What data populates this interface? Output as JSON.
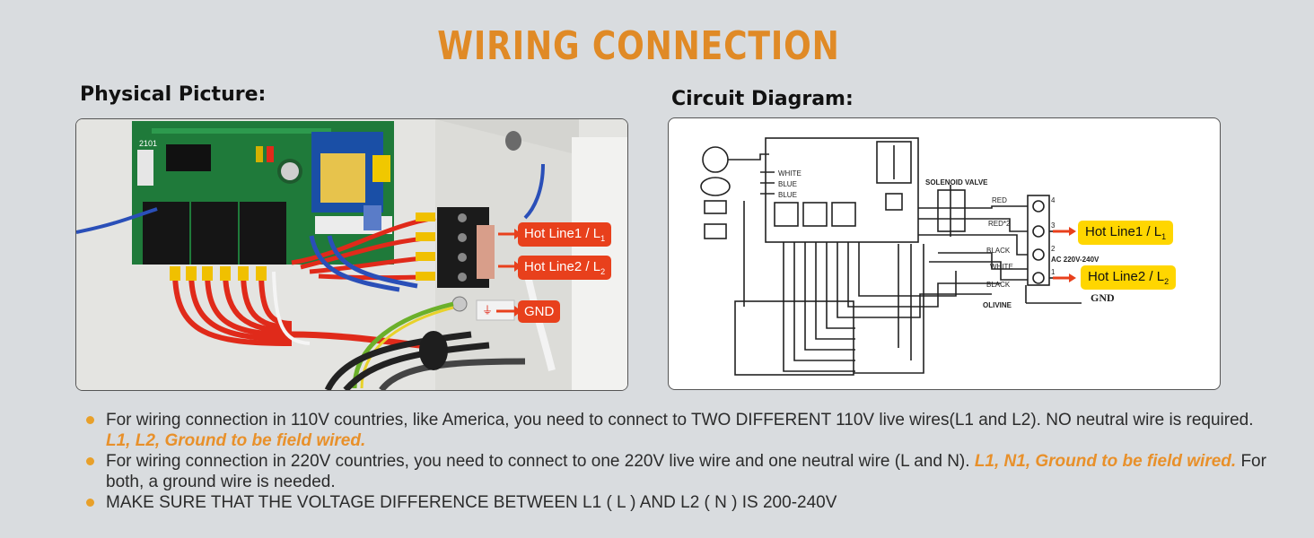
{
  "title": "WIRING CONNECTION",
  "physical": {
    "heading": "Physical Picture:",
    "labels": {
      "hot1": "Hot Line1 / L",
      "hot1_sub": "1",
      "hot2": "Hot Line2 / L",
      "hot2_sub": "2",
      "gnd": "GND"
    },
    "board_code": "2101"
  },
  "circuit": {
    "heading": "Circuit Diagram:",
    "wires_left": [
      "WHITE",
      "BLUE",
      "BLUE"
    ],
    "solenoid": "SOLENOID VALVE",
    "wires_right": [
      "RED",
      "RED*2",
      "BLACK",
      "WHITE",
      "BLACK"
    ],
    "terminal_numbers": [
      "4",
      "3",
      "2",
      "1"
    ],
    "ac": "AC 220V-240V",
    "olivine": "OLIVINE",
    "gnd": "GND",
    "labels": {
      "hot1": "Hot Line1 / L",
      "hot1_sub": "1",
      "hot2": "Hot Line2 / L",
      "hot2_sub": "2"
    }
  },
  "notes": [
    {
      "text1": "For wiring connection in 110V countries, like America, you need to connect to TWO DIFFERENT 110V live wires(L1 and L2). NO neutral wire is required. ",
      "hl": "L1, L2, Ground to be field wired.",
      "text2": ""
    },
    {
      "text1": "For wiring connection in 220V countries, you need to connect to one 220V live wire and one neutral wire (L and N). ",
      "hl": "L1, N1, Ground to be field wired.",
      "text2": " For both, a ground wire is needed."
    },
    {
      "text1": "MAKE SURE THAT THE VOLTAGE DIFFERENCE BETWEEN L1 ( L ) AND L2 ( N ) IS 200-240V",
      "hl": "",
      "text2": ""
    }
  ],
  "colors": {
    "title": "#e08a26",
    "red_tag": "#e8401c",
    "yellow_tag": "#ffd600",
    "board": "#1f7a3a",
    "wire_red": "#e02a1a"
  }
}
